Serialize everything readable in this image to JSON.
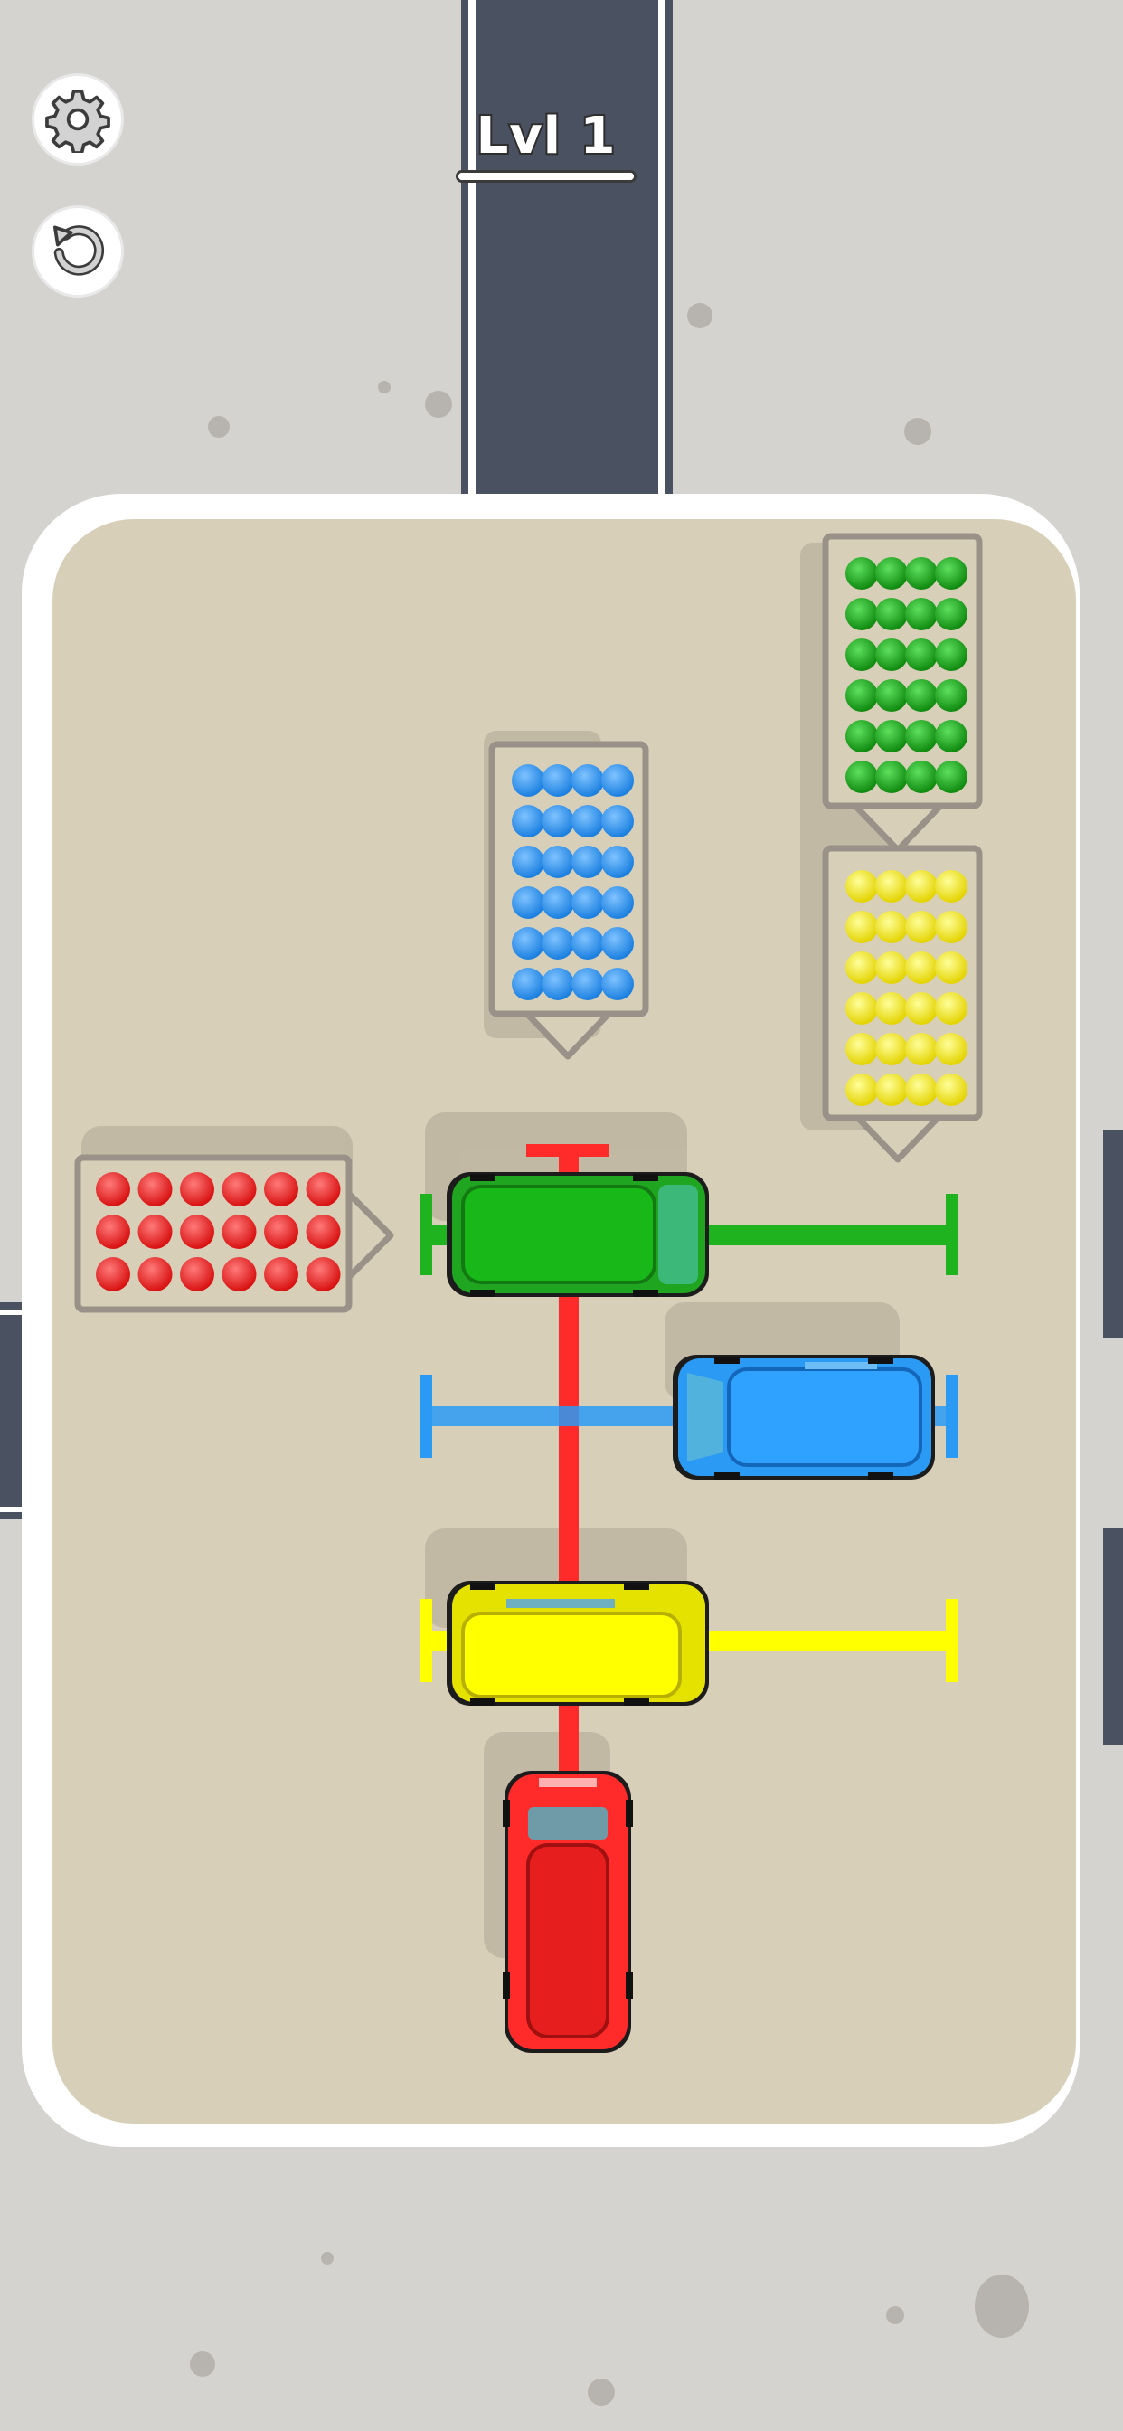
{
  "level": {
    "label": "Lvl 1",
    "progress": 1.0
  },
  "hud": {
    "settings_icon": "gear-icon",
    "restart_icon": "restart-icon"
  },
  "colors": {
    "red": "#ff2a2a",
    "green": "#1fb31f",
    "blue": "#2b9af5",
    "yellow": "#ffff00",
    "road": "#4a5160",
    "board": "#d8cfb9",
    "crate_border": "#9a9288"
  },
  "crates": [
    {
      "color": "green",
      "rows": 6,
      "cols": 4,
      "pointer": "down"
    },
    {
      "color": "yellow",
      "rows": 6,
      "cols": 4,
      "pointer": "down"
    },
    {
      "color": "blue",
      "rows": 6,
      "cols": 4,
      "pointer": "down"
    },
    {
      "color": "red",
      "rows": 3,
      "cols": 6,
      "pointer": "right"
    }
  ],
  "vehicles": [
    {
      "color": "green",
      "type": "bus",
      "orientation": "horizontal"
    },
    {
      "color": "blue",
      "type": "bus",
      "orientation": "horizontal"
    },
    {
      "color": "yellow",
      "type": "bus",
      "orientation": "horizontal"
    },
    {
      "color": "red",
      "type": "car",
      "orientation": "vertical"
    }
  ]
}
